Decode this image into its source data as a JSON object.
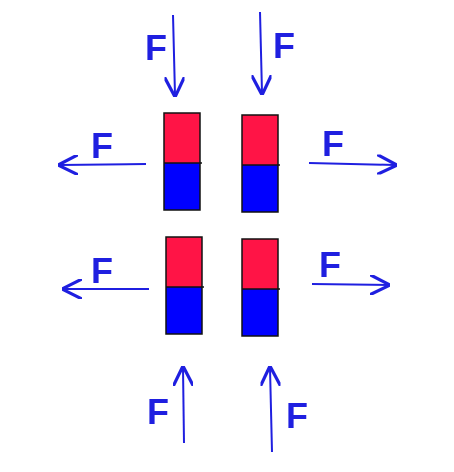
{
  "diagram": {
    "force_label": "F",
    "colors": {
      "arrow": "#1f1fe0",
      "label": "#1f1fe0",
      "magnet_north": "#ff1446",
      "magnet_south": "#0000ff",
      "outline": "#111111",
      "background": "#ffffff"
    },
    "magnets": [
      {
        "id": "upper-left",
        "top_pole": "red",
        "bottom_pole": "blue"
      },
      {
        "id": "upper-right",
        "top_pole": "red",
        "bottom_pole": "blue"
      },
      {
        "id": "lower-left",
        "top_pole": "red",
        "bottom_pole": "blue"
      },
      {
        "id": "lower-right",
        "top_pole": "red",
        "bottom_pole": "blue"
      }
    ],
    "forces": [
      {
        "id": "top-left",
        "direction": "down",
        "label": "F"
      },
      {
        "id": "top-right",
        "direction": "down",
        "label": "F"
      },
      {
        "id": "upper-left",
        "direction": "left",
        "label": "F"
      },
      {
        "id": "upper-right",
        "direction": "right",
        "label": "F"
      },
      {
        "id": "lower-left",
        "direction": "left",
        "label": "F"
      },
      {
        "id": "lower-right",
        "direction": "right",
        "label": "F"
      },
      {
        "id": "bottom-left",
        "direction": "up",
        "label": "F"
      },
      {
        "id": "bottom-right",
        "direction": "up",
        "label": "F"
      }
    ]
  }
}
